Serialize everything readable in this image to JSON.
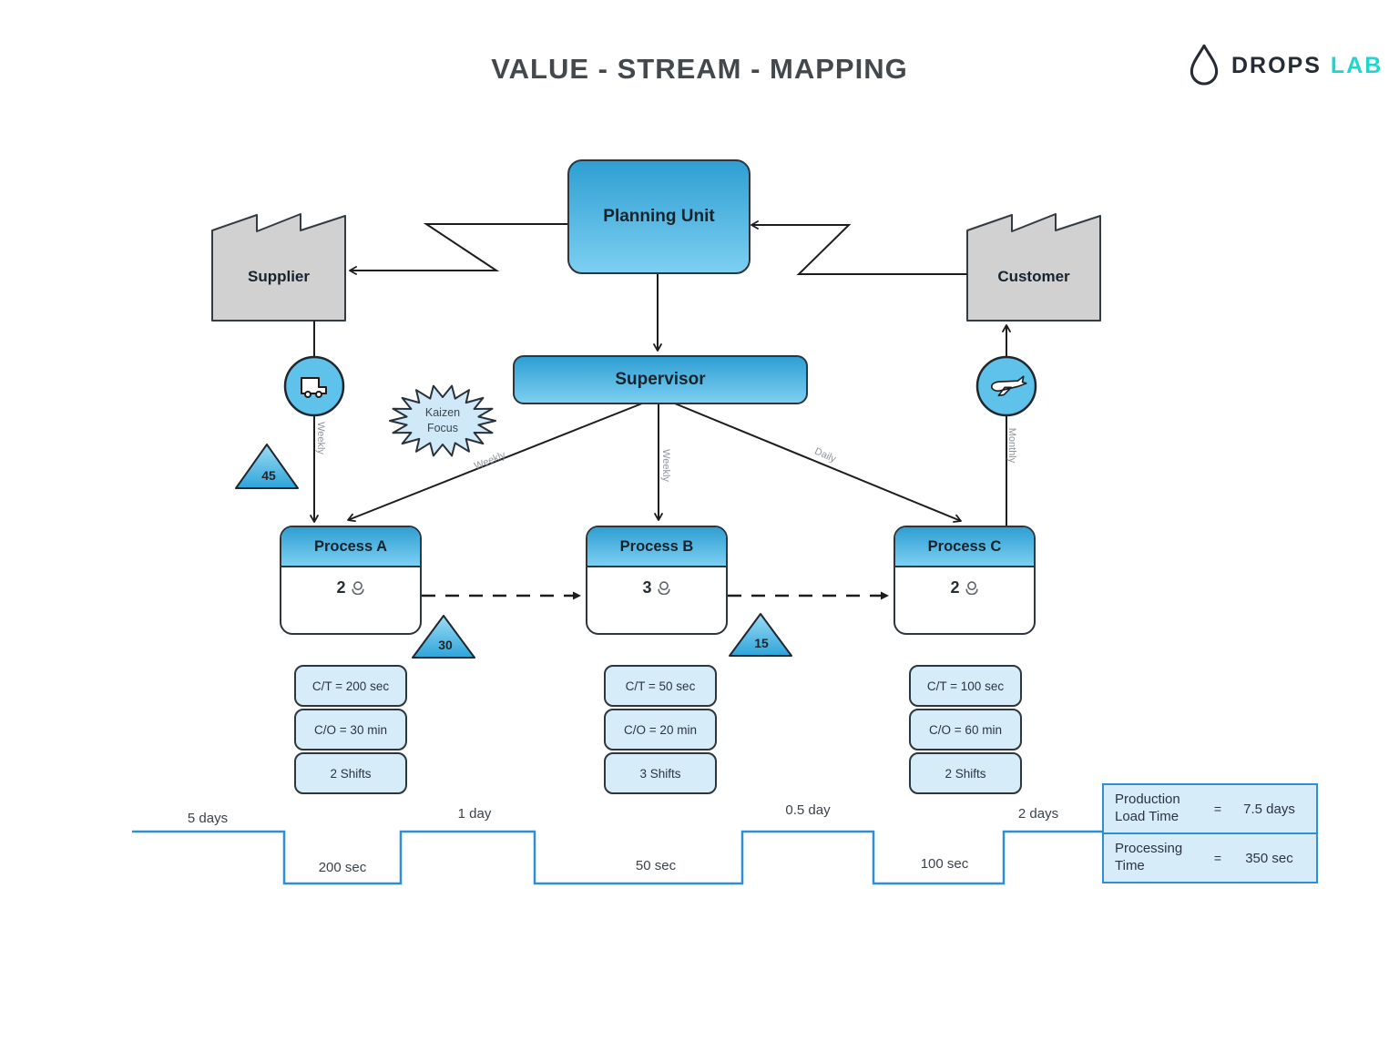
{
  "title": "VALUE - STREAM - MAPPING",
  "logo": {
    "drops": "DROPS",
    "lab": "LAB"
  },
  "nodes": {
    "planning_unit": "Planning Unit",
    "supervisor": "Supervisor",
    "supplier": "Supplier",
    "customer": "Customer",
    "kaizen": "Kaizen\nFocus"
  },
  "flows": {
    "supplier_shipping": "Weekly",
    "to_process_a": "Weekly",
    "to_process_b": "Weekly",
    "to_process_c": "Daily",
    "customer_shipping": "Monthly"
  },
  "inventory": {
    "supplier_buffer": "45",
    "after_process_a": "30",
    "after_process_b": "15"
  },
  "processes": [
    {
      "name": "Process A",
      "operators": "2",
      "cycle_time": "C/T = 200 sec",
      "changeover": "C/O = 30 min",
      "shifts": "2 Shifts"
    },
    {
      "name": "Process B",
      "operators": "3",
      "cycle_time": "C/T = 50 sec",
      "changeover": "C/O = 20 min",
      "shifts": "3 Shifts"
    },
    {
      "name": "Process C",
      "operators": "2",
      "cycle_time": "C/T = 100 sec",
      "changeover": "C/O = 60 min",
      "shifts": "2 Shifts"
    }
  ],
  "timeline": {
    "lead_1": "5 days",
    "process_1": "200 sec",
    "lead_2": "1 day",
    "process_2": "50 sec",
    "lead_3": "0.5 day",
    "process_3": "100 sec",
    "lead_4": "2 days"
  },
  "summary": {
    "row1": {
      "label": "Production\nLoad Time",
      "eq": "=",
      "value": "7.5 days"
    },
    "row2": {
      "label": "Processing\nTime",
      "eq": "=",
      "value": "350 sec"
    }
  },
  "colors": {
    "accent_blue": "#2e8fd4",
    "node_blue_top": "#2f9fd3",
    "node_blue_bottom": "#7ccff1",
    "light_blue": "#d6ecf9",
    "circle_blue": "#5ec2ea",
    "factory_gray": "#d1d1d1",
    "outline_dark": "#2c363f",
    "logo_teal": "#1fd6ce",
    "text_dark": "#252e36",
    "muted_label": "#8d949c"
  }
}
